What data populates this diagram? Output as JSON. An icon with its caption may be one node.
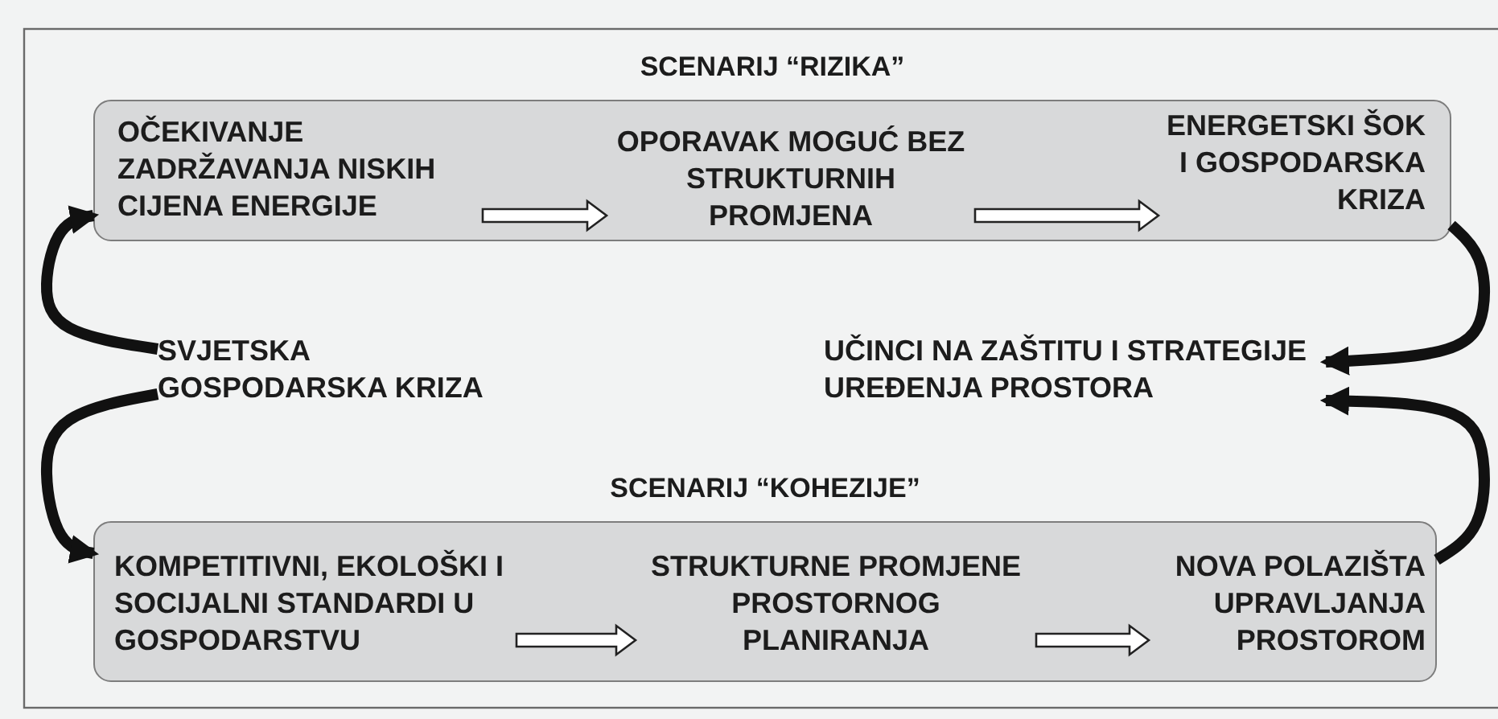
{
  "diagram": {
    "nodes": [
      {
        "text": [
          "SCENARIJ “RIZIKA”"
        ]
      },
      {
        "text": [
          "OČEKIVANJE ZADRŽAVANJA NISKIH CIJENA ENERGIJE"
        ],
        "in": 0
      },
      {
        "text": [
          "OPORAVAK MOGUĆ BEZ STRUKTURNIH PROMJENA"
        ],
        "in": 0
      },
      {
        "text": [
          "ENERGETSKI ŠOK I GOSPODARSKA KRIZA"
        ],
        "in": 0
      },
      {
        "text": [
          "SVJETSKA GOSPODARSKA KRIZA"
        ]
      },
      {
        "text": [
          "UČINCI NA ZAŠTITU I STRATEGIJE UREĐENJA PROSTORA"
        ]
      },
      {
        "text": [
          "SCENARIJ “KOHEZIJE”"
        ]
      },
      {
        "text": [
          "KOMPETITIVNI, EKOLOŠKI I SOCIJALNI STANDARDI U GOSPODARSTVU"
        ],
        "in": 6
      },
      {
        "text": [
          "STRUKTURNE PROMJENE PROSTORNOG PLANIRANJA"
        ],
        "in": 6
      },
      {
        "text": [
          "NOVA POLAZIŠTA UPRAVLJANJA PROSTOROM"
        ],
        "in": 6
      }
    ],
    "edges": [
      {
        "from": 1,
        "to": 2,
        "arrow": "to"
      },
      {
        "from": 2,
        "to": 3,
        "arrow": "to"
      },
      {
        "from": 7,
        "to": 8,
        "arrow": "to"
      },
      {
        "from": 8,
        "to": 9,
        "arrow": "to"
      },
      {
        "from": 4,
        "to": 0,
        "arrow": "to"
      },
      {
        "from": 4,
        "to": 6,
        "arrow": "to"
      },
      {
        "from": 0,
        "to": 5,
        "arrow": "to"
      },
      {
        "from": 6,
        "to": 5,
        "arrow": "to"
      }
    ]
  }
}
